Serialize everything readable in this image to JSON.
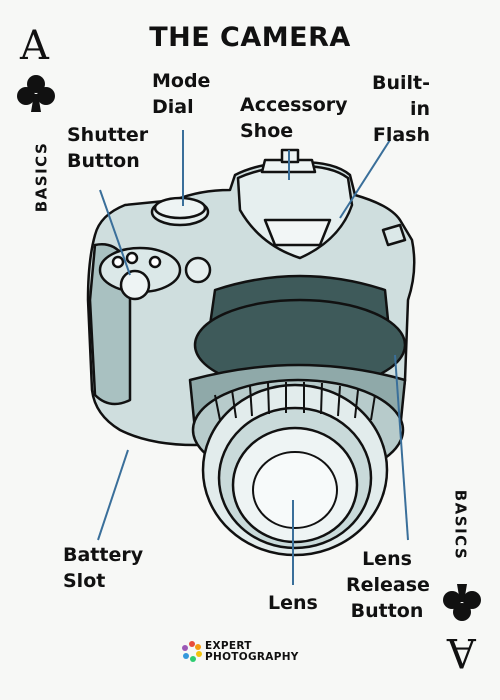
{
  "card": {
    "title": "THE CAMERA",
    "rank": "A",
    "suit": "clubs",
    "category": "BASICS"
  },
  "labels": {
    "shutter_button": [
      "Shutter",
      "Button"
    ],
    "mode_dial": [
      "Mode",
      "Dial"
    ],
    "accessory_shoe": [
      "Accessory",
      "Shoe"
    ],
    "builtin_flash": [
      "Built-in",
      "Flash"
    ],
    "battery_slot": [
      "Battery",
      "Slot"
    ],
    "lens": [
      "Lens"
    ],
    "lens_release_button": [
      "Lens",
      "Release",
      "Button"
    ]
  },
  "brand": {
    "line1": "EXPERT",
    "line2": "PHOTOGRAPHY"
  },
  "colors": {
    "leader": "#3a6f9a",
    "camera_light": "#d9e6e6",
    "camera_mid": "#9fb7b7",
    "camera_dark": "#3e5a5a",
    "outline": "#111111"
  }
}
